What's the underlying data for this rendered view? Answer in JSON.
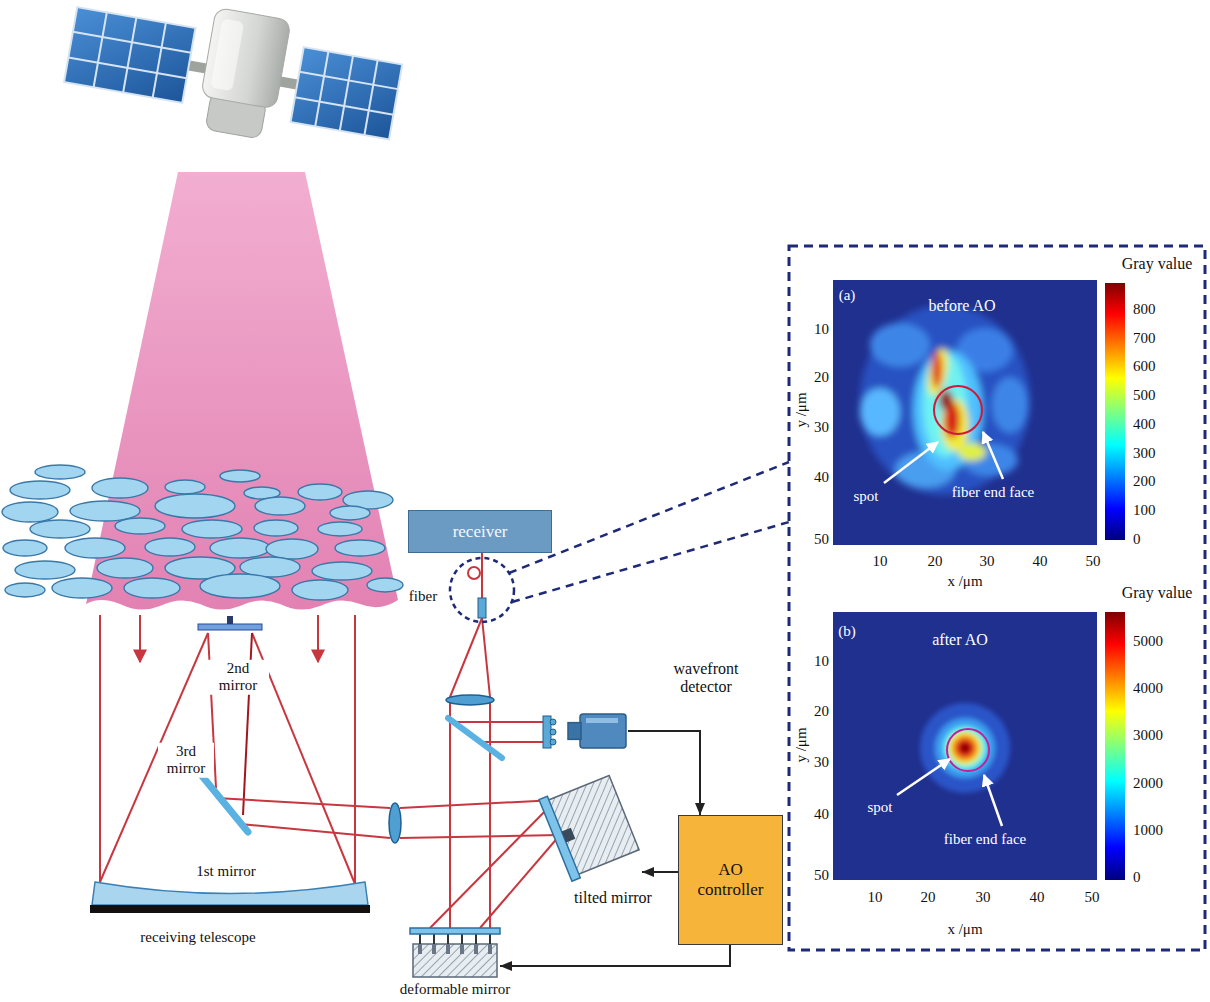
{
  "diagram": {
    "nodes": [
      {
        "text": [
          "receiver"
        ]
      },
      {
        "text": [
          "wavefront detector"
        ]
      },
      {
        "text": [
          "tilted mirror"
        ]
      },
      {
        "text": [
          "AO controller"
        ]
      },
      {
        "text": [
          "deformable mirror"
        ]
      }
    ],
    "edges": [
      {
        "from": 1,
        "to": 3,
        "arrow": "to"
      },
      {
        "from": 3,
        "to": 2,
        "arrow": "to"
      },
      {
        "from": 3,
        "to": 4,
        "arrow": "to"
      }
    ],
    "labels": [
      "fiber",
      "2nd mirror",
      "3rd mirror",
      "1st mirror",
      "receiving telescope",
      "Gray value",
      "(a)",
      "before AO",
      "10",
      "20",
      "30",
      "40",
      "50",
      "y /μm",
      "spot",
      "fiber end face",
      "800",
      "700",
      "600",
      "500",
      "400",
      "300",
      "200",
      "100",
      "0",
      "10",
      "20",
      "30",
      "40",
      "50",
      "x /μm",
      "Gray value",
      "(b)",
      "after AO",
      "10",
      "20",
      "30",
      "40",
      "50",
      "y /μm",
      "spot",
      "fiber end face",
      "5000",
      "4000",
      "3000",
      "2000",
      "1000",
      "0",
      "10",
      "20",
      "30",
      "40",
      "50",
      "x /μm"
    ]
  }
}
